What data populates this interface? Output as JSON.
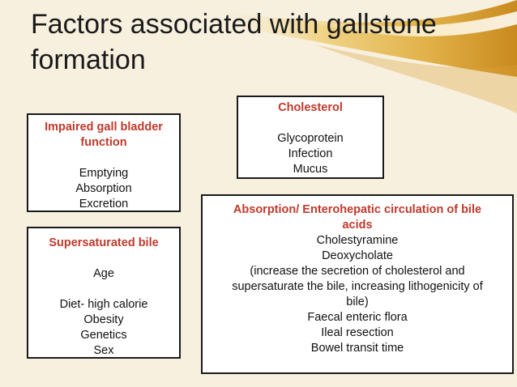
{
  "slide": {
    "title": "Factors associated with gallstone formation"
  },
  "boxes": {
    "impaired": {
      "heading": [
        "Impaired gall bladder",
        "function"
      ],
      "items": [
        "Emptying",
        "Absorption",
        "Excretion"
      ]
    },
    "cholesterol": {
      "heading": [
        "Cholesterol"
      ],
      "items": [
        "Glycoprotein",
        "Infection",
        "Mucus"
      ]
    },
    "supersaturated": {
      "heading": [
        "Supersaturated bile"
      ],
      "items_a": [
        "Age"
      ],
      "items_b": [
        "Diet- high calorie",
        "Obesity",
        "Genetics",
        "Sex"
      ]
    },
    "absorption": {
      "heading": [
        "Absorption/ Enterohepatic circulation of bile",
        "acids"
      ],
      "items": [
        "Cholestyramine",
        "Deoxycholate",
        "(increase the secretion of cholesterol and",
        "supersaturate the bile, increasing lithogenicity of",
        "bile)",
        "Faecal enteric flora",
        "Ileal resection",
        "Bowel transit time"
      ]
    }
  },
  "colors": {
    "background": "#f7f0df",
    "heading_red": "#c0392b",
    "swoosh_gold": "#e2b24a"
  }
}
